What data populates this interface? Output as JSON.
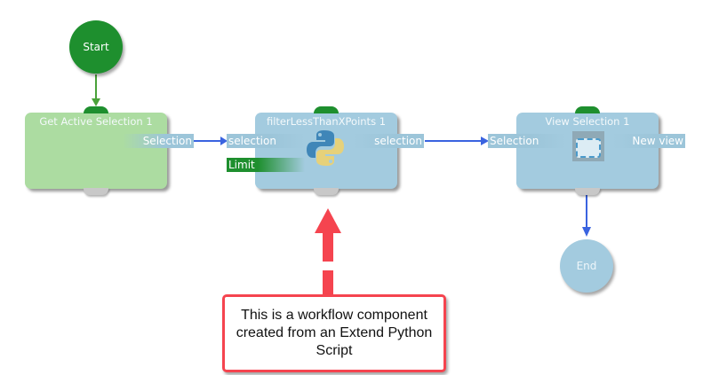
{
  "colors": {
    "start": "#1e8f2e",
    "end": "#a3cbdf",
    "node_green": "#acdca1",
    "node_blue": "#a3cbdf",
    "wire": "#3a63e0",
    "callout": "#f5444f"
  },
  "start_node": {
    "label": "Start"
  },
  "end_node": {
    "label": "End"
  },
  "nodes": [
    {
      "title": "Get Active Selection 1",
      "outputs": [
        "Selection"
      ]
    },
    {
      "title": "filterLessThanXPoints 1",
      "icon": "python-icon",
      "inputs": [
        "selection",
        "Limit"
      ],
      "outputs": [
        "selection"
      ]
    },
    {
      "title": "View Selection 1",
      "icon": "view-selection-icon",
      "inputs": [
        "Selection"
      ],
      "outputs": [
        "New view"
      ]
    }
  ],
  "callout": {
    "text": "This is a workflow component created from an Extend Python Script"
  }
}
